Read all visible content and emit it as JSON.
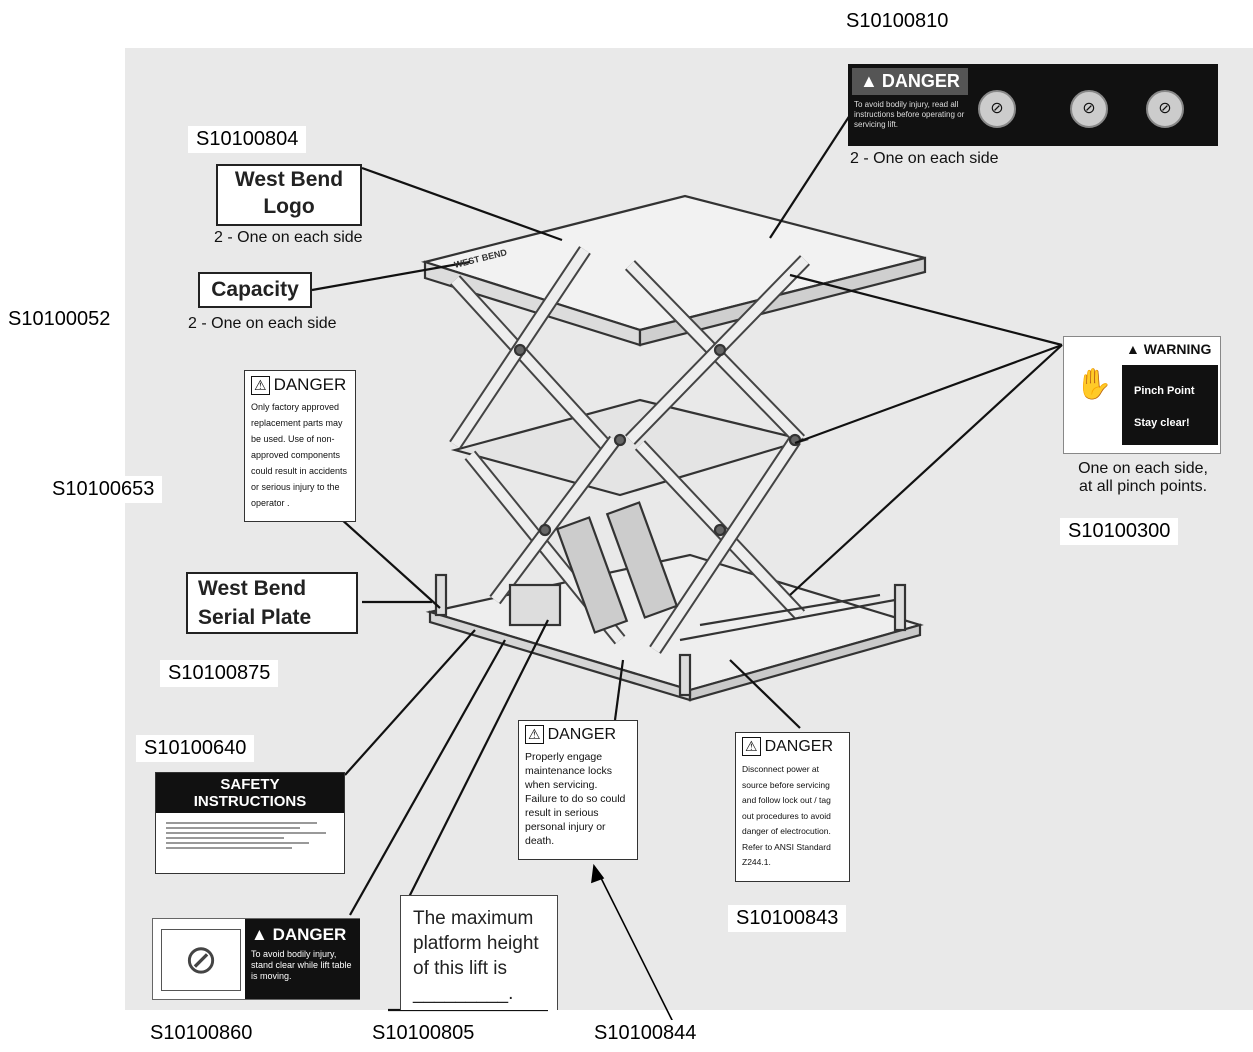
{
  "parts": {
    "p810": "S10100810",
    "p804": "S10100804",
    "p052": "S10100052",
    "p653": "S10100653",
    "p300": "S10100300",
    "p875": "S10100875",
    "p640": "S10100640",
    "p843": "S10100843",
    "p860": "S10100860",
    "p805": "S10100805",
    "p844": "S10100844"
  },
  "labels": {
    "logo": "West Bend Logo",
    "logo_line1": "West Bend",
    "logo_line2": "Logo",
    "logo_sub": "2 - One on each side",
    "capacity": "Capacity",
    "capacity_sub": "2 - One on each side",
    "serial_line1": "West Bend",
    "serial_line2": "Serial Plate",
    "danger810_sub": "2 - One on each side",
    "warning_sub_line1": "One on each side,",
    "warning_sub_line2": "at all pinch points.",
    "platform_brand": "WEST BEND"
  },
  "decals": {
    "danger810": {
      "title": "DANGER",
      "text": "To avoid bodily injury, read all instructions before operating or servicing lift."
    },
    "warning300": {
      "title": "WARNING",
      "line1": "Pinch Point",
      "line2": "Stay clear!"
    },
    "danger653": {
      "title": "DANGER",
      "text": "Only factory approved replacement parts may be used. Use of non-approved components could result in accidents or serious injury to the operator ."
    },
    "safety640": {
      "title_line1": "SAFETY",
      "title_line2": "INSTRUCTIONS"
    },
    "danger844": {
      "title": "DANGER",
      "text": "Properly engage maintenance locks when servicing. Failure to do so could result in serious personal injury or death."
    },
    "danger843": {
      "title": "DANGER",
      "text": "Disconnect power at source before servicing and follow lock out / tag out procedures to avoid danger of electrocution. Refer to  ANSI Standard Z244.1."
    },
    "danger860": {
      "title": "DANGER",
      "text": "To avoid bodily injury, stand clear while lift table is moving."
    },
    "max805": {
      "text": "The maximum platform height of this lift is",
      "line1": "The maximum",
      "line2": "platform height",
      "line3": "of this lift is",
      "line4": "_________."
    }
  }
}
